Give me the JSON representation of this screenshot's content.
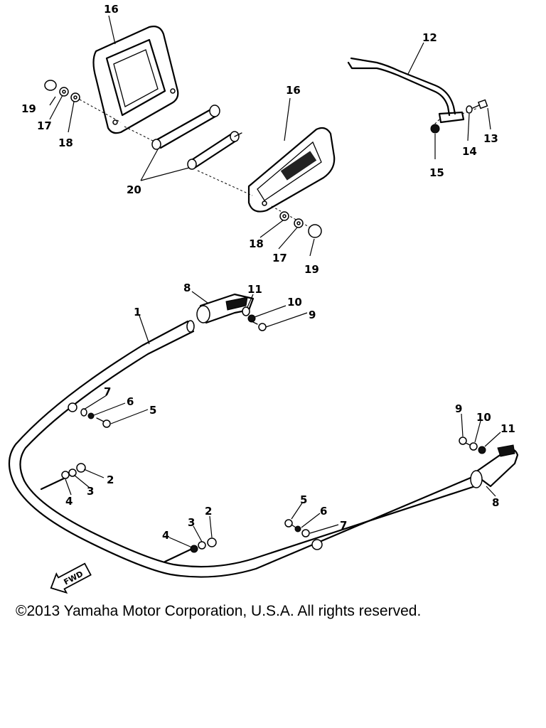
{
  "callouts": {
    "c1": "1",
    "c2a": "2",
    "c2b": "2",
    "c3a": "3",
    "c3b": "3",
    "c4a": "4",
    "c4b": "4",
    "c5a": "5",
    "c5b": "5",
    "c6a": "6",
    "c6b": "6",
    "c7a": "7",
    "c7b": "7",
    "c8a": "8",
    "c8b": "8",
    "c9a": "9",
    "c9b": "9",
    "c10a": "10",
    "c10b": "10",
    "c11a": "11",
    "c11b": "11",
    "c12": "12",
    "c13": "13",
    "c14": "14",
    "c15": "15",
    "c16a": "16",
    "c16b": "16",
    "c17a": "17",
    "c17b": "17",
    "c18a": "18",
    "c18b": "18",
    "c19a": "19",
    "c19b": "19",
    "c20": "20"
  },
  "fwd_label": "FWD",
  "copyright": "©2013 Yamaha Motor Corporation, U.S.A. All rights reserved."
}
